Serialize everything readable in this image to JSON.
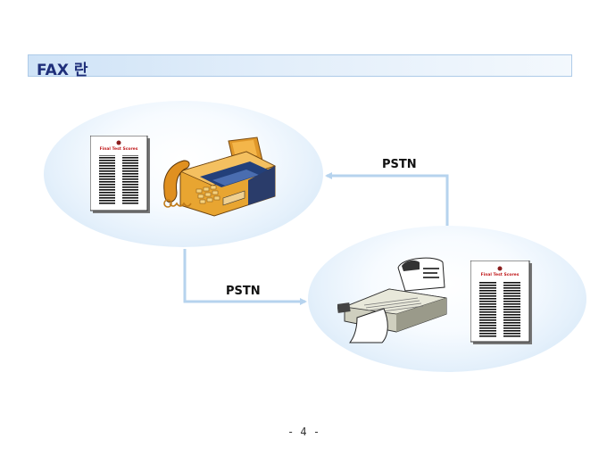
{
  "slide": {
    "title": "FAX 란",
    "page_number": "- 4 -"
  },
  "diagram": {
    "link_top_label": "PSTN",
    "link_bottom_label": "PSTN",
    "document_heading": "Final Test Scores"
  },
  "colors": {
    "title_text": "#1f2f7a",
    "connector": "#b6d3ee",
    "ellipse_edge": "#c9e0f5"
  }
}
